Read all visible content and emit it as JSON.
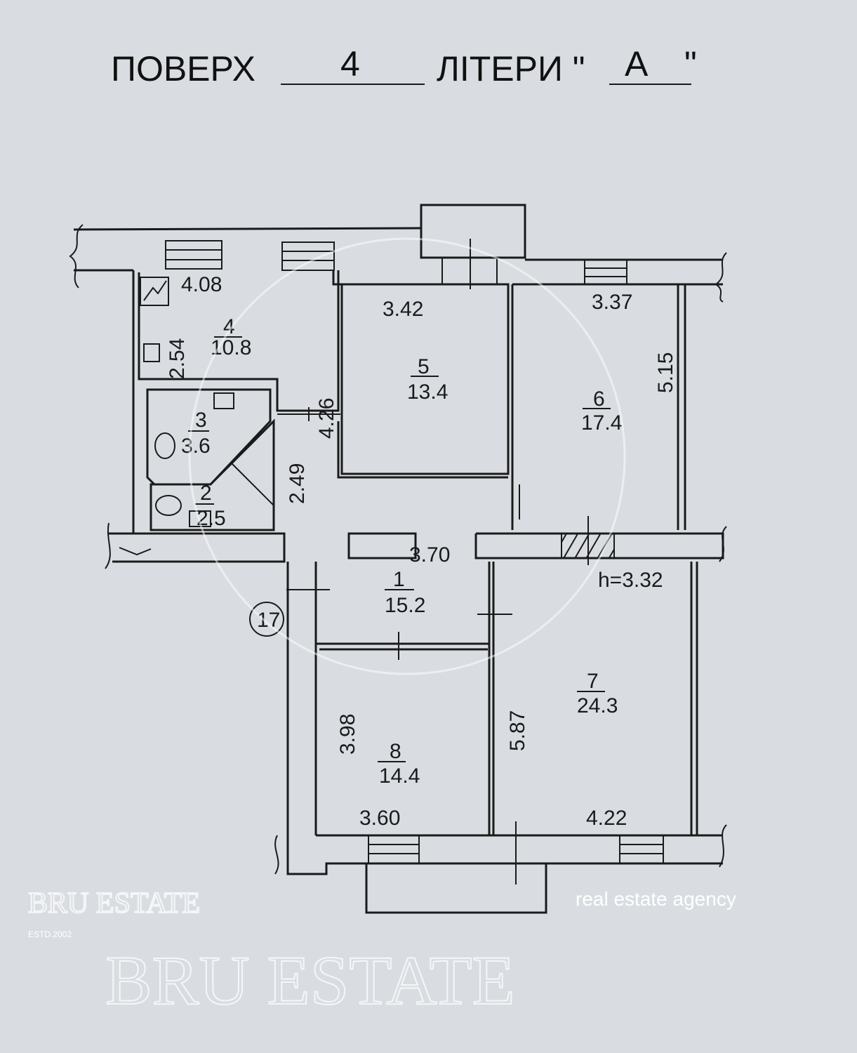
{
  "header": {
    "floor_label": "ПОВЕРХ",
    "floor_value": "4",
    "letter_label": "ЛІТЕРИ \"",
    "letter_value": "А",
    "letter_close": "\""
  },
  "rooms": [
    {
      "number": "1",
      "area": "15.2",
      "dims": [
        "3.70"
      ]
    },
    {
      "number": "2",
      "area": "2.5",
      "dims": [
        "2.49"
      ]
    },
    {
      "number": "3",
      "area": "3.6",
      "dims": []
    },
    {
      "number": "4",
      "area": "10.8",
      "dims": [
        "4.08",
        "2.54"
      ]
    },
    {
      "number": "5",
      "area": "13.4",
      "dims": [
        "3.42",
        "4.26"
      ]
    },
    {
      "number": "6",
      "area": "17.4",
      "dims": [
        "3.37",
        "5.15"
      ]
    },
    {
      "number": "7",
      "area": "24.3",
      "dims": [
        "5.87",
        "4.22"
      ]
    },
    {
      "number": "8",
      "area": "14.4",
      "dims": [
        "3.98",
        "3.60"
      ]
    }
  ],
  "ceiling_height": "h=3.32",
  "stair_marker": "17",
  "watermark": {
    "brand": "BRU ESTATE",
    "sub": "real estate agency",
    "estd": "ESTD.2002"
  }
}
